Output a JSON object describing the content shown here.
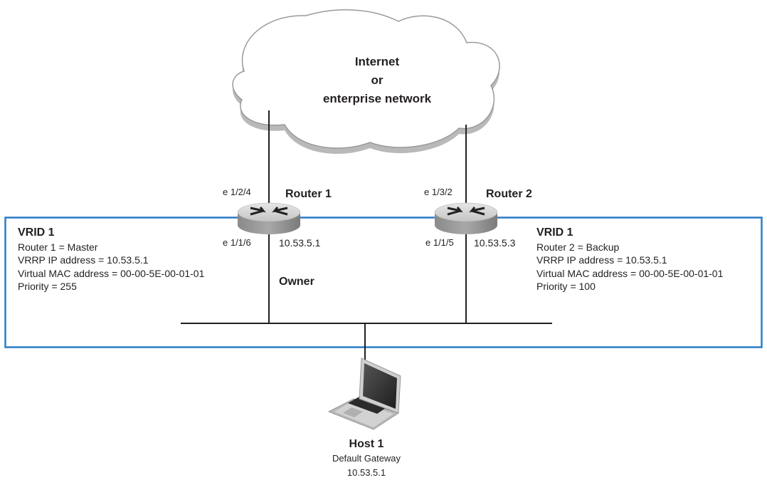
{
  "cloud": {
    "lines": [
      "Internet",
      "or",
      "enterprise network"
    ]
  },
  "router1": {
    "name": "Router 1",
    "uplink_port": "e 1/2/4",
    "downlink_port": "e 1/1/6",
    "ip": "10.53.5.1",
    "role_label": "Owner"
  },
  "router2": {
    "name": "Router 2",
    "uplink_port": "e 1/3/2",
    "downlink_port": "e 1/1/5",
    "ip": "10.53.5.3"
  },
  "vrid_left": {
    "title": "VRID 1",
    "lines": [
      "Router 1 = Master",
      "VRRP IP address = 10.53.5.1",
      "Virtual MAC address = 00-00-5E-00-01-01",
      "Priority = 255"
    ]
  },
  "vrid_right": {
    "title": "VRID 1",
    "lines": [
      "Router 2 = Backup",
      "VRRP IP address = 10.53.5.1",
      "Virtual MAC address = 00-00-5E-00-01-01",
      "Priority = 100"
    ]
  },
  "host": {
    "name": "Host 1",
    "gateway_label": "Default Gateway",
    "gateway_ip": "10.53.5.1"
  },
  "colors": {
    "vrrp_box": "#2a7cc7",
    "line": "#231f20"
  }
}
